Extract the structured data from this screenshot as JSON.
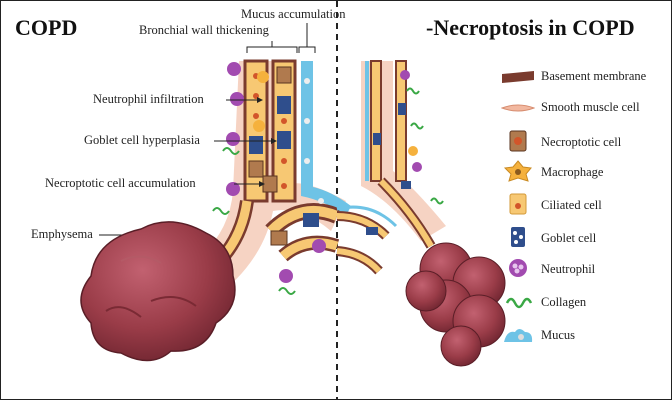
{
  "titles": {
    "left": "COPD",
    "right": "-Necroptosis in COPD"
  },
  "annotations": {
    "mucus_accumulation": "Mucus accumulation",
    "bronchial_wall_thickening": "Bronchial wall thickening",
    "neutrophil_infiltration": "Neutrophil infiltration",
    "goblet_cell_hyperplasia": "Goblet cell hyperplasia",
    "necroptotic_cell_accumulation": "Necroptotic cell accumulation",
    "emphysema": "Emphysema"
  },
  "legend": [
    {
      "label": "Basement membrane",
      "icon": "basement-membrane-icon"
    },
    {
      "label": "Smooth muscle cell",
      "icon": "smooth-muscle-cell-icon"
    },
    {
      "label": "Necroptotic cell",
      "icon": "necroptotic-cell-icon"
    },
    {
      "label": "Macrophage",
      "icon": "macrophage-icon"
    },
    {
      "label": "Ciliated cell",
      "icon": "ciliated-cell-icon"
    },
    {
      "label": "Goblet cell",
      "icon": "goblet-cell-icon"
    },
    {
      "label": "Neutrophil",
      "icon": "neutrophil-icon"
    },
    {
      "label": "Collagen",
      "icon": "collagen-icon"
    },
    {
      "label": "Mucus",
      "icon": "mucus-icon"
    }
  ],
  "colors": {
    "basement_membrane": "#7a3b2e",
    "smooth_muscle": "#f2b8a0",
    "ciliated_cell": "#f7c873",
    "goblet_cell": "#2f4e8c",
    "neutrophil": "#a24bb0",
    "collagen": "#3aa845",
    "mucus": "#6ec3e6",
    "macrophage": "#f5b13d",
    "necroptotic_cell": "#b07a4e",
    "alveoli": "#9a3c48"
  }
}
